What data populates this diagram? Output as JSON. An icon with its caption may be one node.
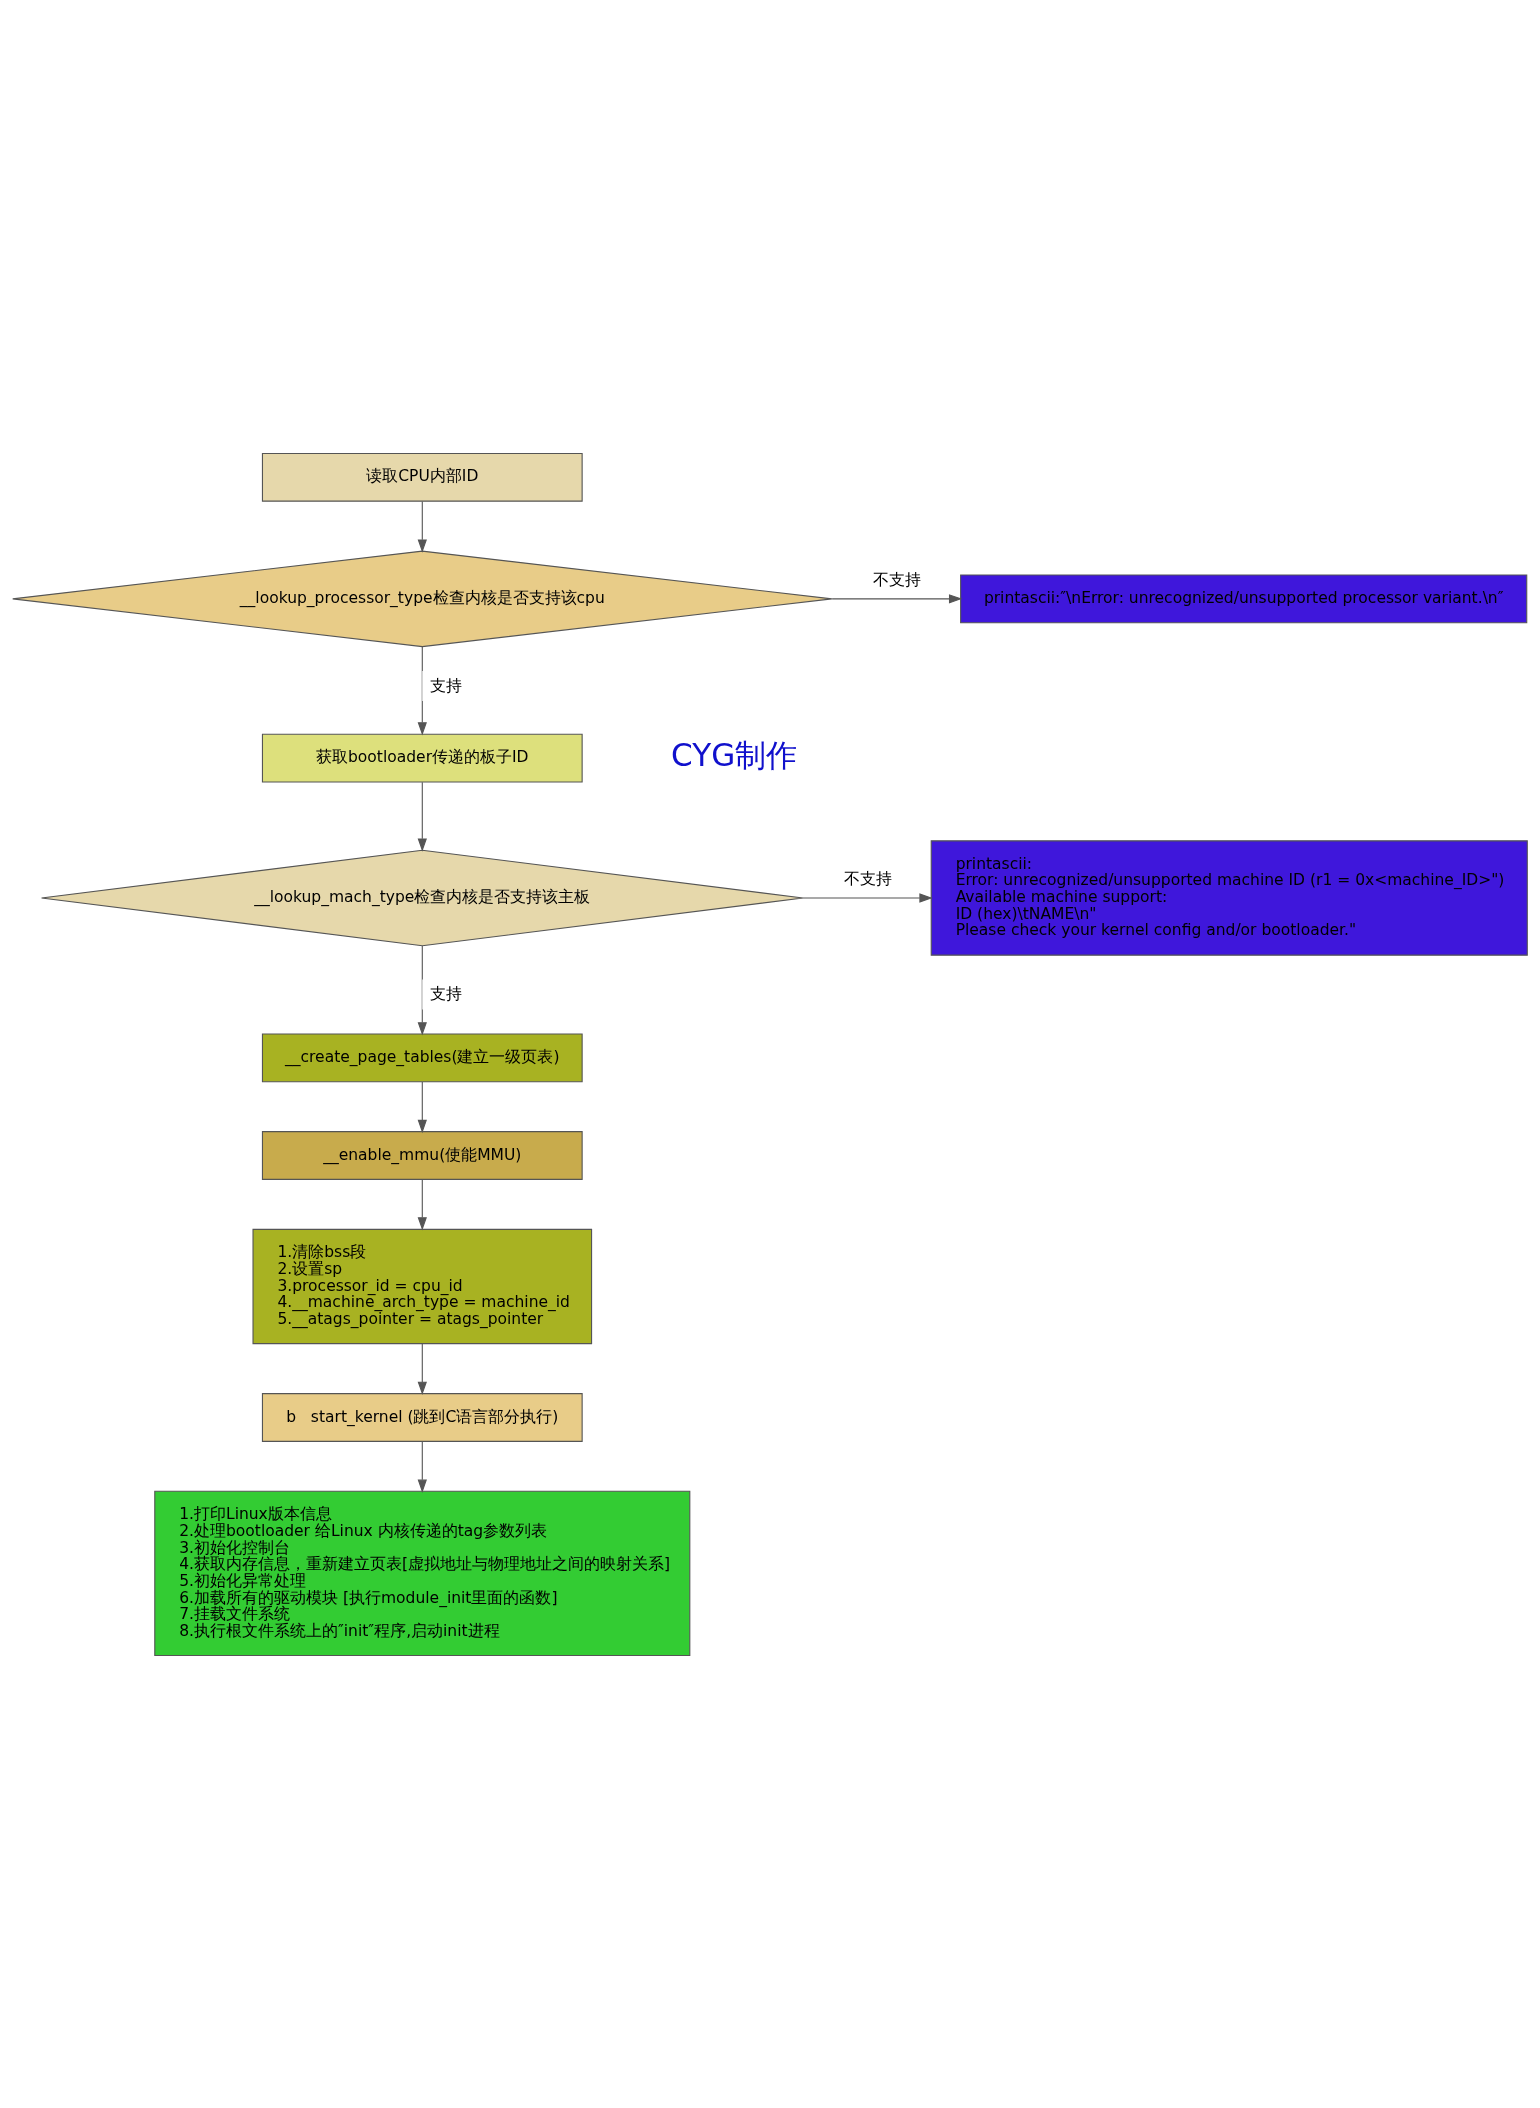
{
  "diagram": {
    "nodes": [
      {
        "text": [
          "读取CPU内部ID"
        ]
      },
      {
        "text": [
          "__lookup_processor_type检查内核是否支持该cpu"
        ]
      },
      {
        "text": [
          "printascii:″\\nError: unrecognized/unsupported processor variant.\\n″"
        ]
      },
      {
        "text": [
          "获取bootloader传递的板子ID"
        ]
      },
      {
        "text": [
          "__lookup_mach_type检查内核是否支持该主板"
        ]
      },
      {
        "text": [
          "printascii:",
          "Error: unrecognized/unsupported machine ID (r1 = 0x<machine_ID>\")",
          "Available machine support:",
          "ID (hex)\\tNAME\\n\"",
          "Please check your kernel config and/or bootloader.\""
        ]
      },
      {
        "text": [
          "__create_page_tables(建立一级页表)"
        ]
      },
      {
        "text": [
          "__enable_mmu(使能MMU)"
        ]
      },
      {
        "text": [
          "1.清除bss段",
          "2.设置sp",
          "3.processor_id = cpu_id",
          "4.__machine_arch_type = machine_id",
          "5.__atags_pointer = atags_pointer"
        ]
      },
      {
        "text": [
          "b   start_kernel (跳到C语言部分执行)"
        ]
      },
      {
        "text": [
          "1.打印Linux版本信息",
          "2.处理bootloader 给Linux 内核传递的tag参数列表",
          "3.初始化控制台",
          "4.获取内存信息，重新建立页表[虚拟地址与物理地址之间的映射关系]",
          "5.初始化异常处理",
          "6.加载所有的驱动模块 [执行module_init里面的函数]",
          "7.挂载文件系统",
          "8.执行根文件系统上的″init″程序,启动init进程"
        ]
      }
    ],
    "edges": [
      {
        "from": 0,
        "to": 1,
        "arrow": "to"
      },
      {
        "from": 1,
        "to": 2,
        "arrow": "to",
        "label": "不支持"
      },
      {
        "from": 1,
        "to": 3,
        "arrow": "to",
        "label": "支持"
      },
      {
        "from": 3,
        "to": 4,
        "arrow": "to"
      },
      {
        "from": 4,
        "to": 5,
        "arrow": "to",
        "label": "不支持"
      },
      {
        "from": 4,
        "to": 6,
        "arrow": "to",
        "label": "支持"
      },
      {
        "from": 6,
        "to": 7,
        "arrow": "to"
      },
      {
        "from": 7,
        "to": 8,
        "arrow": "to"
      },
      {
        "from": 8,
        "to": 9,
        "arrow": "to"
      },
      {
        "from": 9,
        "to": 10,
        "arrow": "to"
      }
    ],
    "labels": [
      "CYG制作"
    ]
  }
}
